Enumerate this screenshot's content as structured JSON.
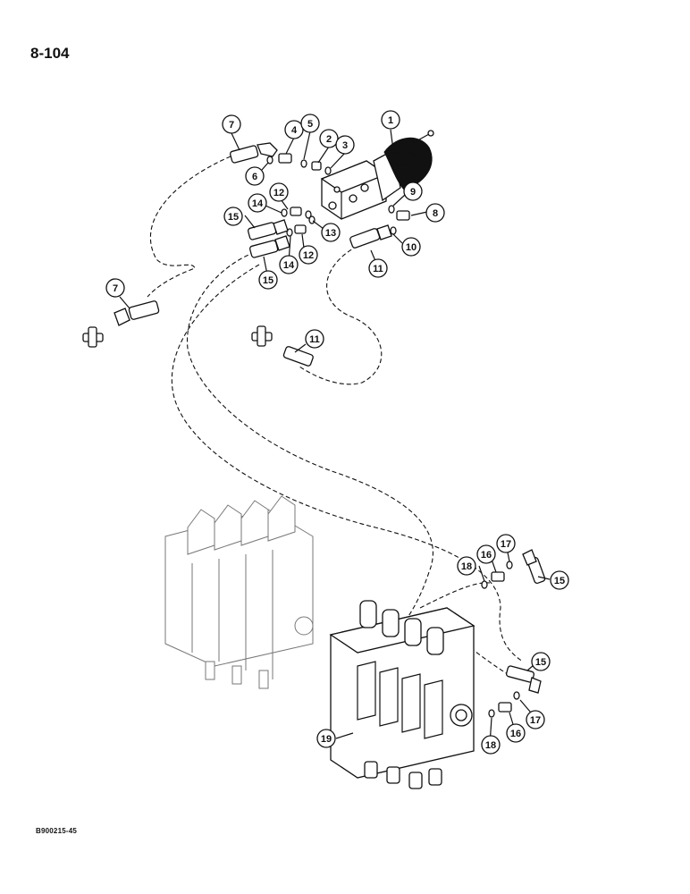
{
  "page": {
    "page_number": "8-104",
    "figure_code": "B900215-45"
  },
  "callouts": [
    {
      "id": "c1",
      "label": "1"
    },
    {
      "id": "c2",
      "label": "2"
    },
    {
      "id": "c3",
      "label": "3"
    },
    {
      "id": "c4",
      "label": "4"
    },
    {
      "id": "c5",
      "label": "5"
    },
    {
      "id": "c6",
      "label": "6"
    },
    {
      "id": "c7a",
      "label": "7"
    },
    {
      "id": "c7b",
      "label": "7"
    },
    {
      "id": "c8",
      "label": "8"
    },
    {
      "id": "c9",
      "label": "9"
    },
    {
      "id": "c10",
      "label": "10"
    },
    {
      "id": "c11a",
      "label": "11"
    },
    {
      "id": "c11b",
      "label": "11"
    },
    {
      "id": "c12a",
      "label": "12"
    },
    {
      "id": "c12b",
      "label": "12"
    },
    {
      "id": "c13",
      "label": "13"
    },
    {
      "id": "c14a",
      "label": "14"
    },
    {
      "id": "c14b",
      "label": "14"
    },
    {
      "id": "c15a",
      "label": "15"
    },
    {
      "id": "c15b",
      "label": "15"
    },
    {
      "id": "c15c",
      "label": "15"
    },
    {
      "id": "c15d",
      "label": "15"
    },
    {
      "id": "c16a",
      "label": "16"
    },
    {
      "id": "c16b",
      "label": "16"
    },
    {
      "id": "c17a",
      "label": "17"
    },
    {
      "id": "c17b",
      "label": "17"
    },
    {
      "id": "c18a",
      "label": "18"
    },
    {
      "id": "c18b",
      "label": "18"
    },
    {
      "id": "c19",
      "label": "19"
    }
  ]
}
